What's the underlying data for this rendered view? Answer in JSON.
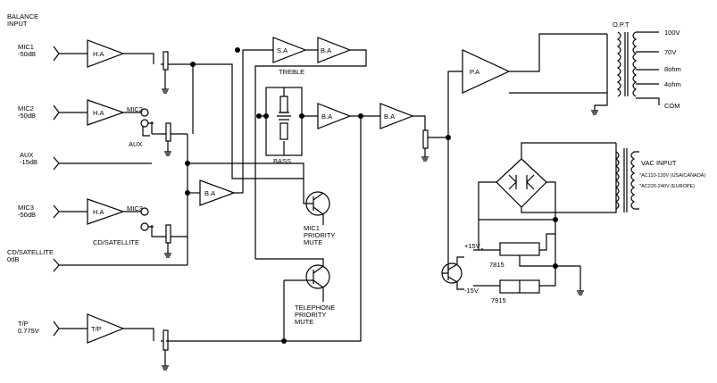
{
  "inputs": {
    "balance": "BALANCE\nINPUT",
    "mic1": "MIC1\n-50dB",
    "mic2": "MIC2\n-50dB",
    "aux": "AUX\n-15dB",
    "mic3": "MIC3\n-50dB",
    "cd": "CD/SATELLITE\n0dB",
    "tp": "T/P\n0.775V"
  },
  "amps": {
    "ha": "H.A",
    "ba": "B.A",
    "sa": "S.A",
    "pa": "P.A",
    "tp": "T/P"
  },
  "labels": {
    "mic2": "MIC2",
    "aux": "AUX",
    "mic3": "MIC3",
    "cd_sat": "CD/SATELLITE",
    "treble": "TREBLE",
    "bass": "BASS",
    "mic_priority": "MIC1\nPRIORITY\nMUTE",
    "tel_priority": "TELEPHONE\nPRIORITY\nMUTE",
    "opt": "O.P.T",
    "out_100v": "100V",
    "out_70v": "70V",
    "out_8ohm": "8ohm",
    "out_4ohm": "4ohm",
    "out_com": "COM",
    "vac_input": "VAC INPUT",
    "vac_us": "*AC110-120V (USA/CANADA)",
    "vac_eu": "*AC220-240V (EUROPE)",
    "plus15": "+15V",
    "minus15": "-15V",
    "reg_7815": "7815",
    "reg_7915": "7915"
  },
  "colors": {
    "line": "#000000",
    "background": "#ffffff"
  }
}
